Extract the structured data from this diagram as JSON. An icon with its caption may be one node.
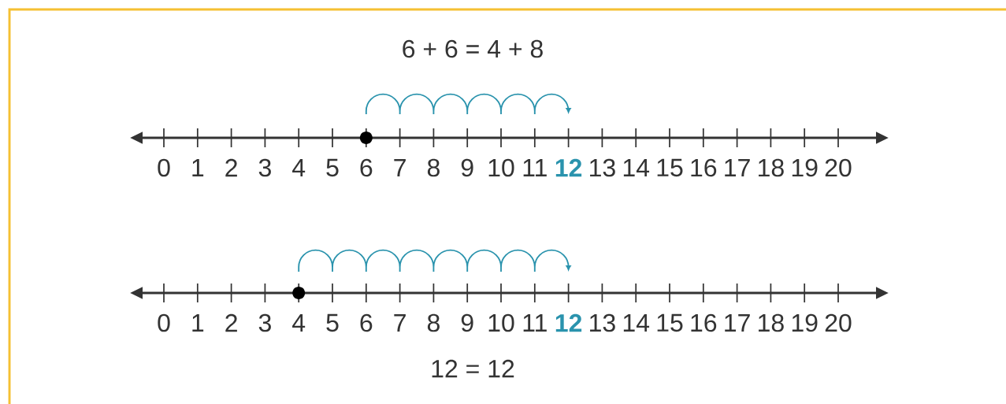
{
  "diagram": {
    "labels": [
      "6 + 6 = 4 + 8",
      "0",
      "1",
      "2",
      "3",
      "4",
      "5",
      "6",
      "7",
      "8",
      "9",
      "10",
      "11",
      "12",
      "13",
      "14",
      "15",
      "16",
      "17",
      "18",
      "19",
      "20",
      "0",
      "1",
      "2",
      "3",
      "4",
      "5",
      "6",
      "7",
      "8",
      "9",
      "10",
      "11",
      "12",
      "13",
      "14",
      "15",
      "16",
      "17",
      "18",
      "19",
      "20",
      "12 = 12"
    ]
  }
}
